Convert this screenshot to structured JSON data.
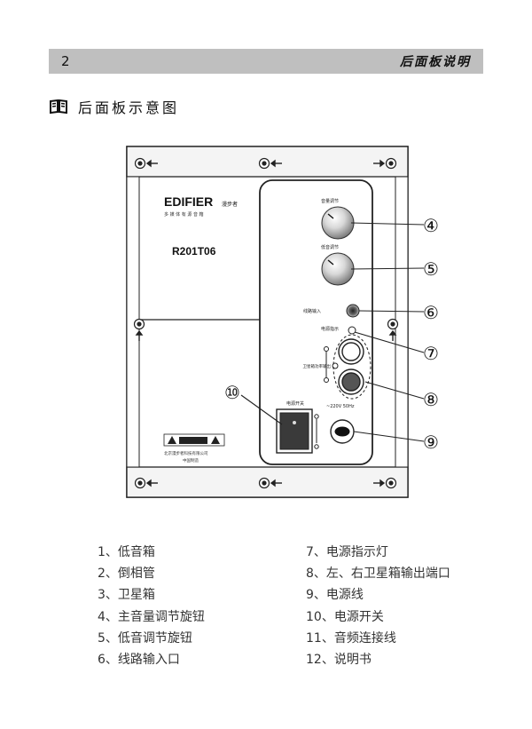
{
  "header": {
    "page_number": "2",
    "title": "后面板说明"
  },
  "section": {
    "icon": "open-book-icon",
    "title": "后面板示意图"
  },
  "panel": {
    "brand": "EDIFIER",
    "brand_cn": "漫步者",
    "brand_sub": "多 媒 体 有 源 音 箱",
    "model": "R201T06",
    "volume_label": "音量调节",
    "bass_label": "低音调节",
    "line_in_label": "线路输入",
    "power_led_label": "电源指示",
    "sat_output_label": "卫星箱功率输出",
    "voltage_label": "~220V 50Hz",
    "power_switch_label": "电源开关",
    "maker_line": "北京漫步者科技有限公司",
    "origin_line": "中国制造"
  },
  "callouts": [
    "④",
    "⑤",
    "⑥",
    "⑦",
    "⑧",
    "⑨",
    "⑩"
  ],
  "legend": {
    "left": [
      "1、低音箱",
      "2、倒相管",
      "3、卫星箱",
      "4、主音量调节旋钮",
      "5、低音调节旋钮",
      "6、线路输入口"
    ],
    "right": [
      "7、电源指示灯",
      "8、左、右卫星箱输出端口",
      "9、电源线",
      "10、电源开关",
      "11、音频连接线",
      "12、说明书"
    ]
  }
}
